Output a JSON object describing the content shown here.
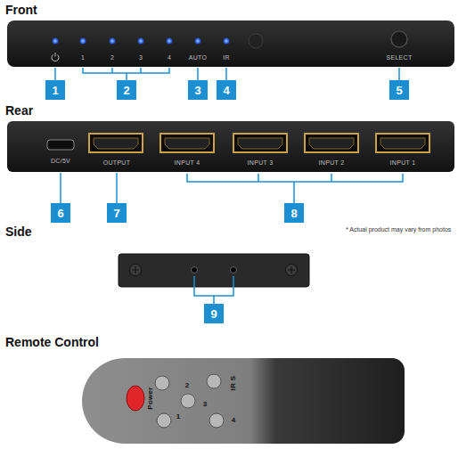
{
  "diagram": {
    "nodes": [
      {
        "text": [
          "1",
          "2",
          "3",
          "4",
          "AUTO",
          "IR",
          "SELECT"
        ]
      },
      {
        "text": [
          "DC/5V",
          "OUTPUT",
          "INPUT 4",
          "INPUT 3",
          "INPUT 2",
          "INPUT 1"
        ]
      },
      {
        "text": [
          "Power",
          "2",
          "1",
          "3",
          "4",
          "IR S"
        ]
      }
    ],
    "labels": [
      "Front",
      "1",
      "2",
      "3",
      "4",
      "5",
      "Rear",
      "6",
      "7",
      "8",
      "* Actual product may vary from photos",
      "Side",
      "9",
      "Remote Control"
    ]
  }
}
